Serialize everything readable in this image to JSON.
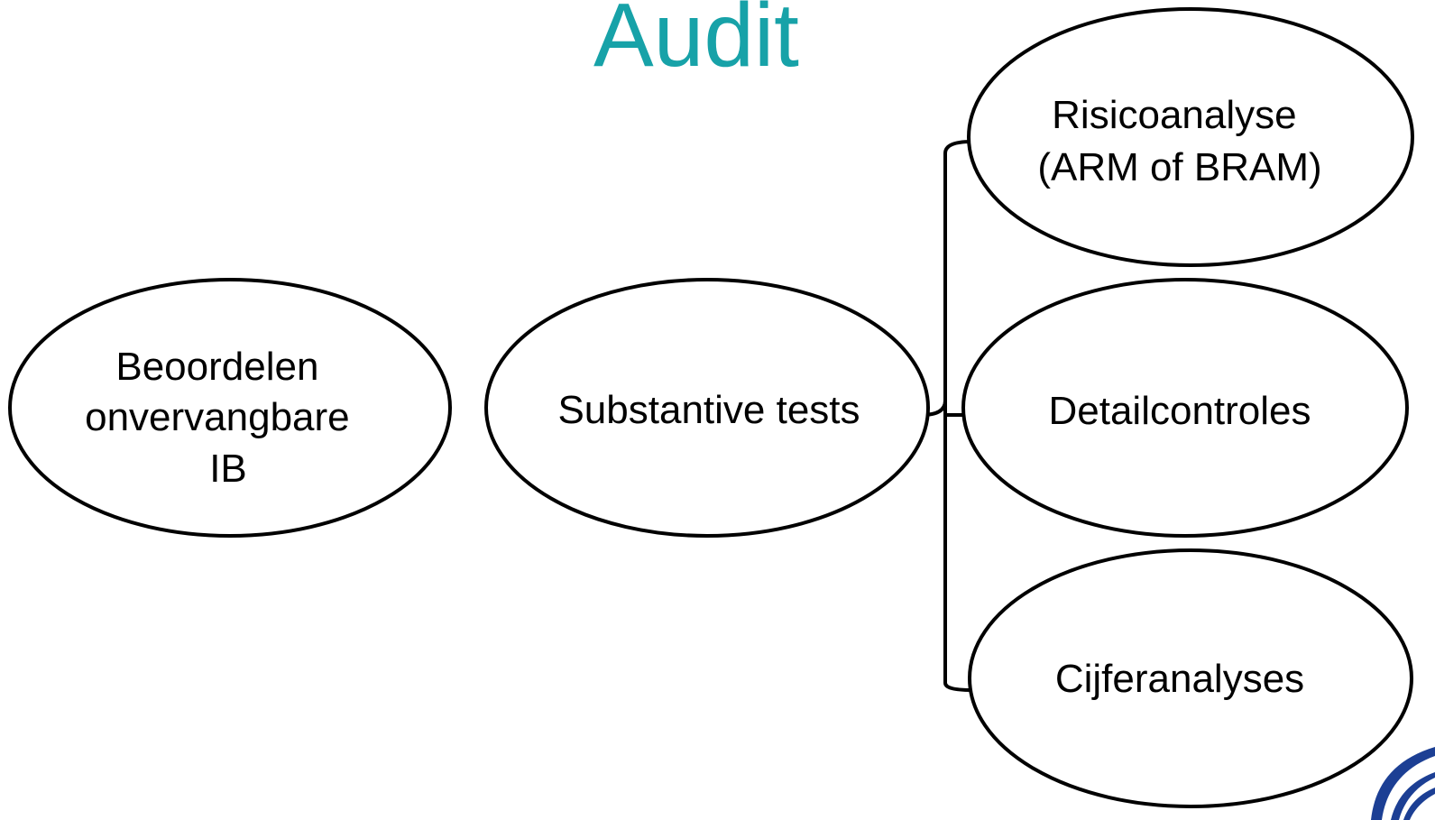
{
  "slide": {
    "title": "Audit",
    "colors": {
      "title": "#17a2a8",
      "stroke": "#000000",
      "logo": "#1c3f94"
    },
    "logo_icon": "university-logo-icon"
  },
  "diagram": {
    "nodes": {
      "beoordelen": {
        "lines": [
          "Beoordelen",
          "onvervangbare",
          "IB"
        ]
      },
      "substantive": {
        "lines": [
          "Substantive tests"
        ]
      },
      "risico": {
        "lines": [
          "Risicoanalyse",
          "(ARM of BRAM)"
        ]
      },
      "detail": {
        "lines": [
          "Detailcontroles"
        ]
      },
      "cijfer": {
        "lines": [
          "Cijferanalyses"
        ]
      }
    }
  }
}
